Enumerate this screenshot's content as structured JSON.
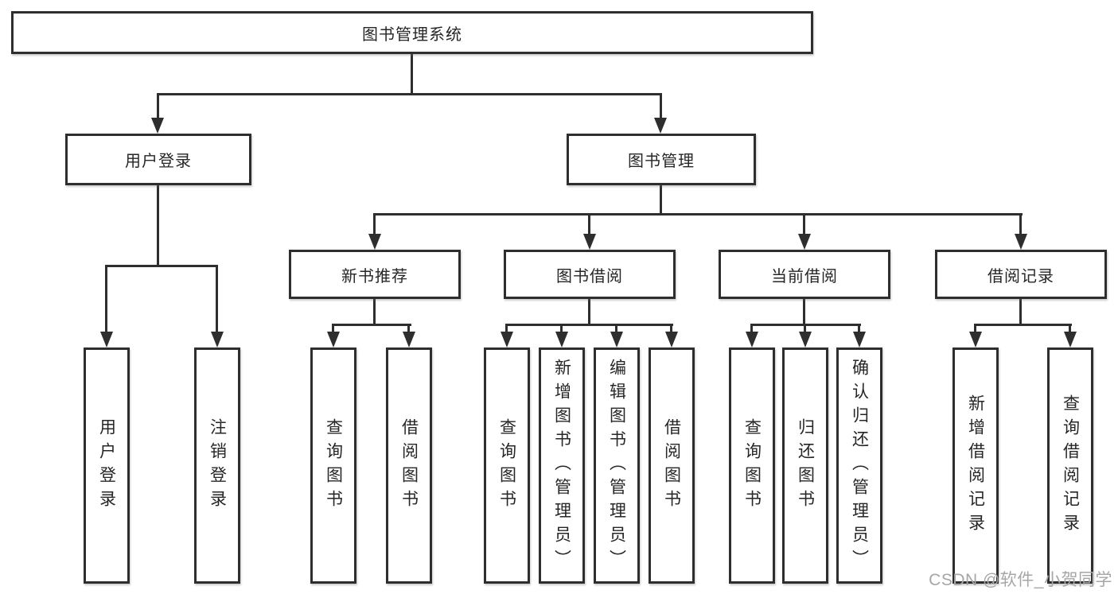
{
  "diagram_type": "hierarchy-tree",
  "tree": {
    "label": "图书管理系统",
    "children": [
      {
        "label": "用户登录",
        "children": [
          {
            "label": "用户登录"
          },
          {
            "label": "注销登录"
          }
        ]
      },
      {
        "label": "图书管理",
        "children": [
          {
            "label": "新书推荐",
            "children": [
              {
                "label": "查询图书"
              },
              {
                "label": "借阅图书"
              }
            ]
          },
          {
            "label": "图书借阅",
            "children": [
              {
                "label": "查询图书"
              },
              {
                "label": "新增图书（管理员）"
              },
              {
                "label": "编辑图书（管理员）"
              },
              {
                "label": "借阅图书"
              }
            ]
          },
          {
            "label": "当前借阅",
            "children": [
              {
                "label": "查询图书"
              },
              {
                "label": "归还图书"
              },
              {
                "label": "确认归还（管理员）"
              }
            ]
          },
          {
            "label": "借阅记录",
            "children": [
              {
                "label": "新增借阅记录"
              },
              {
                "label": "查询借阅记录"
              }
            ]
          }
        ]
      }
    ]
  },
  "watermark": {
    "text": "CSDN @软件_小贺同学"
  },
  "colors": {
    "line": "#2e2e2e",
    "text": "#262626",
    "watermark": "#a6a6a6",
    "background": "#ffffff"
  }
}
